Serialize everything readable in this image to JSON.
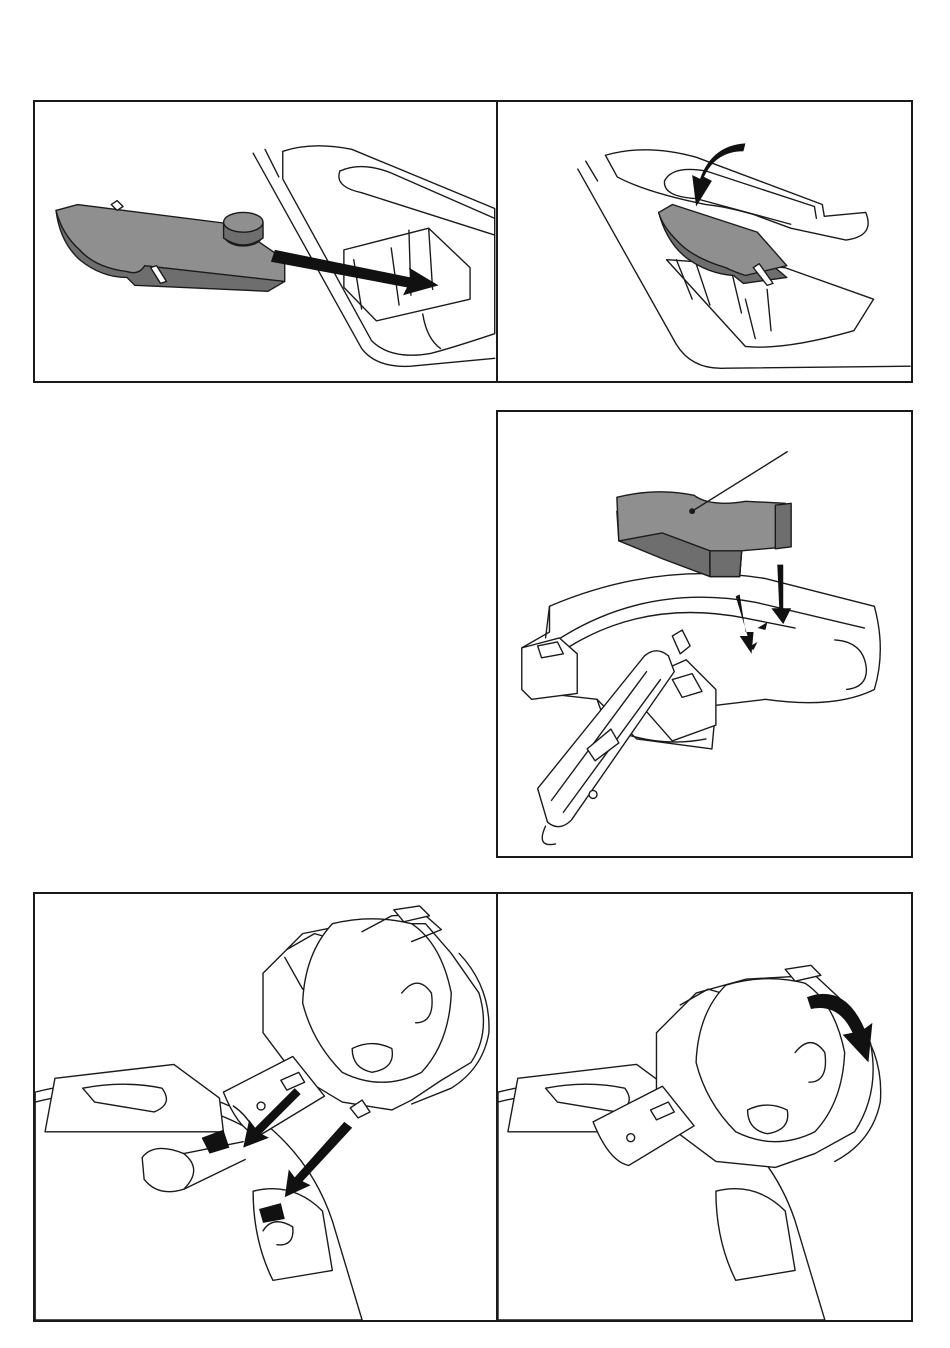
{
  "page": {
    "title": "",
    "figures": [
      {
        "id": "step-1",
        "caption": ""
      },
      {
        "id": "step-2",
        "caption": ""
      },
      {
        "id": "step-3",
        "caption": ""
      },
      {
        "id": "step-4",
        "caption": ""
      },
      {
        "id": "step-5",
        "caption": ""
      }
    ]
  },
  "colors": {
    "line": "#1a1a1a",
    "part_fill": "#8f8f8f",
    "part_shadow": "#6e6e6e",
    "arrow": "#111111"
  }
}
